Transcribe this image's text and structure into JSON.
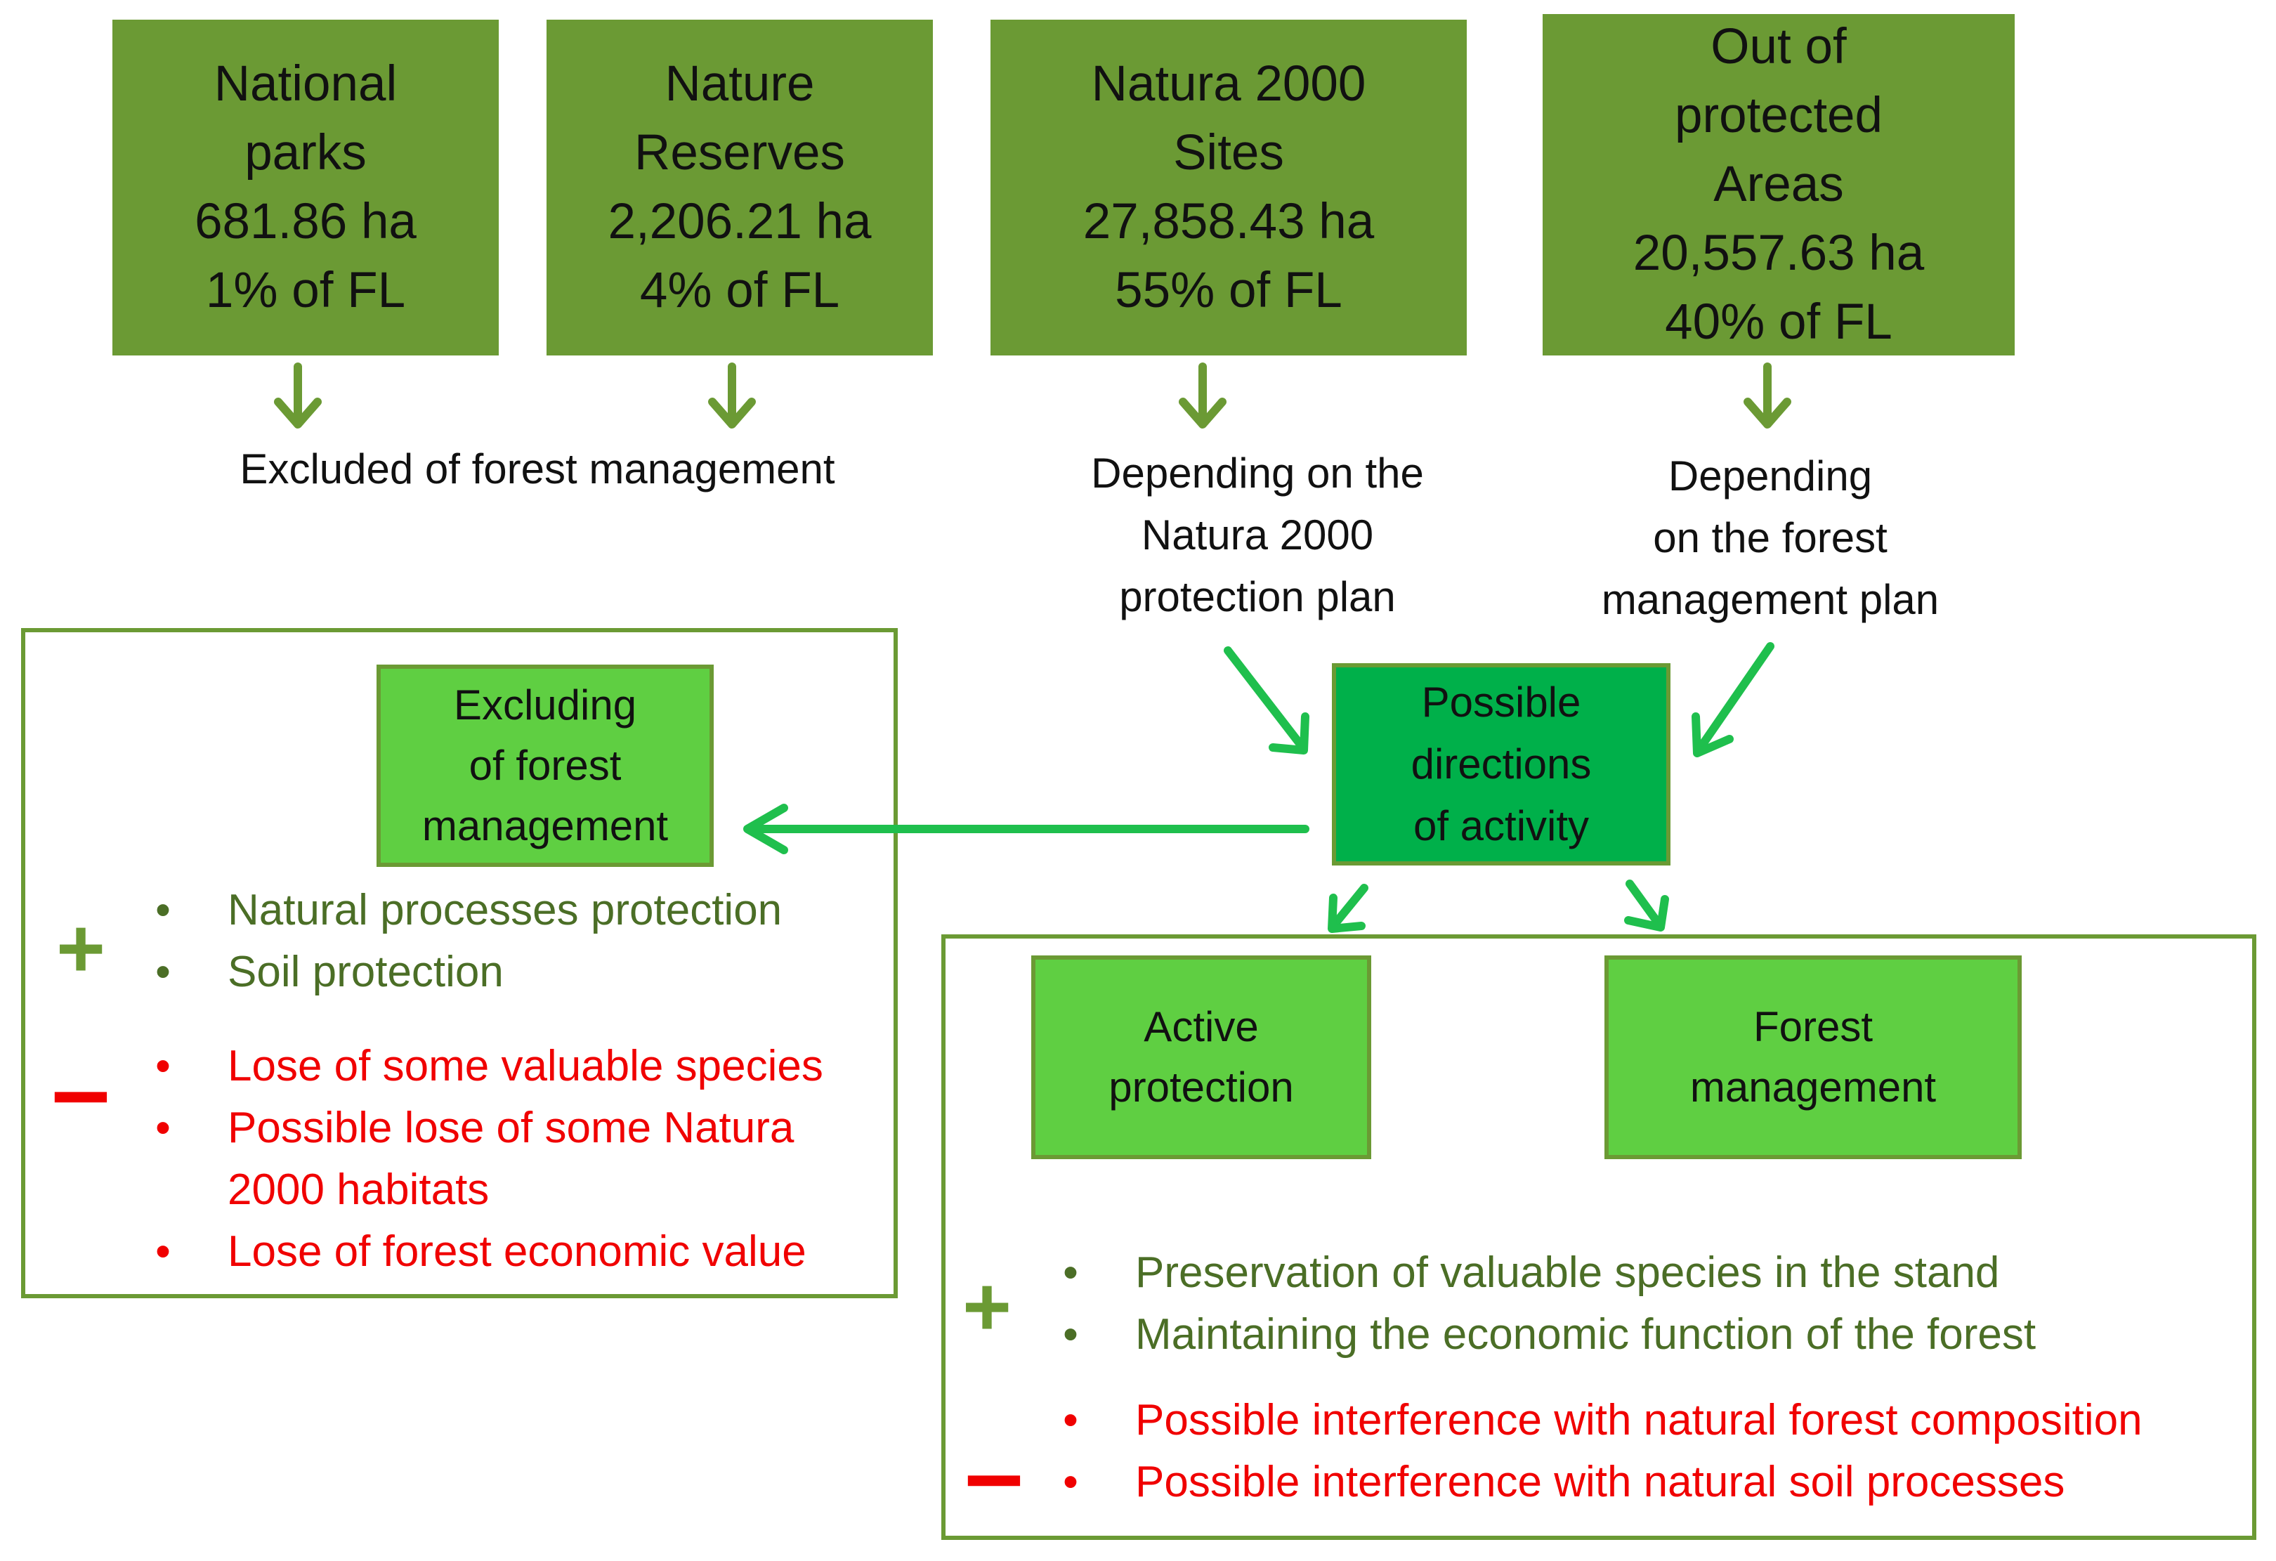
{
  "top_boxes": [
    {
      "lines": [
        "National",
        "parks",
        "681.86 ha",
        "1% of FL"
      ]
    },
    {
      "lines": [
        "Nature",
        "Reserves",
        "2,206.21 ha",
        "4% of FL"
      ]
    },
    {
      "lines": [
        "Natura 2000",
        "Sites",
        "27,858.43 ha",
        "55% of FL"
      ]
    },
    {
      "lines": [
        "Out of",
        "protected",
        "Areas",
        "20,557.63 ha",
        "40% of FL"
      ]
    }
  ],
  "captions": {
    "excluded": "Excluded of forest management",
    "natura_plan": [
      "Depending on the",
      "Natura 2000",
      "protection plan"
    ],
    "forest_plan": [
      "Depending",
      "on the  forest",
      "management plan"
    ]
  },
  "center": {
    "lines": [
      "Possible",
      "directions",
      "of activity"
    ]
  },
  "left_panel": {
    "box": {
      "lines": [
        "Excluding",
        "of forest",
        "management"
      ]
    },
    "plus_symbol": "+",
    "minus_symbol": "–",
    "pros": [
      "Natural processes protection",
      "Soil protection"
    ],
    "cons": [
      "Lose of some valuable species",
      "Possible lose of some Natura",
      "2000 habitats",
      "Lose of forest economic value"
    ]
  },
  "right_panel": {
    "box_active": {
      "lines": [
        "Active",
        "protection"
      ]
    },
    "box_forest": {
      "lines": [
        "Forest",
        "management"
      ]
    },
    "plus_symbol": "+",
    "minus_symbol": "–",
    "pros": [
      "Preservation of valuable species in the stand",
      "Maintaining the economic function of the forest"
    ],
    "cons": [
      "Possible interference with natural forest composition",
      "Possible interference with natural soil processes"
    ]
  },
  "bullet": "•",
  "colors": {
    "dark_green": "#6b9a34",
    "light_green": "#5fcf42",
    "center_green": "#00b04a",
    "text_green": "#4b6e26",
    "red": "#f00000"
  }
}
